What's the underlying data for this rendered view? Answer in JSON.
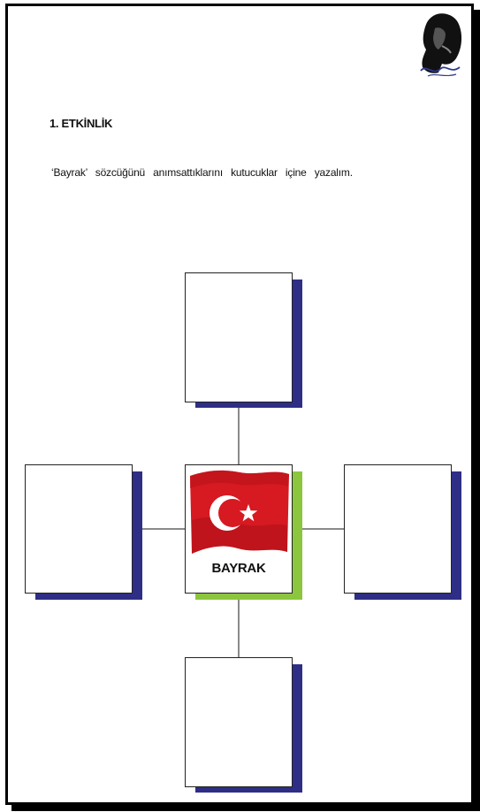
{
  "activity": {
    "title": "1. ETKİNLİK",
    "instruction": "‘Bayrak’ sözcüğünü anımsattıklarını kutucuklar içine yazalım."
  },
  "diagram": {
    "center_label": "BAYRAK",
    "boxes": [
      "top-box",
      "left-box",
      "right-box",
      "bottom-box"
    ]
  },
  "colors": {
    "box_shadow": "#2e2e86",
    "center_shadow": "#8cc63f",
    "flag_red": "#d71921",
    "connector": "#8a8a8a"
  },
  "icons": {
    "portrait": "ataturk-portrait-icon",
    "flag": "turkish-flag-icon"
  }
}
